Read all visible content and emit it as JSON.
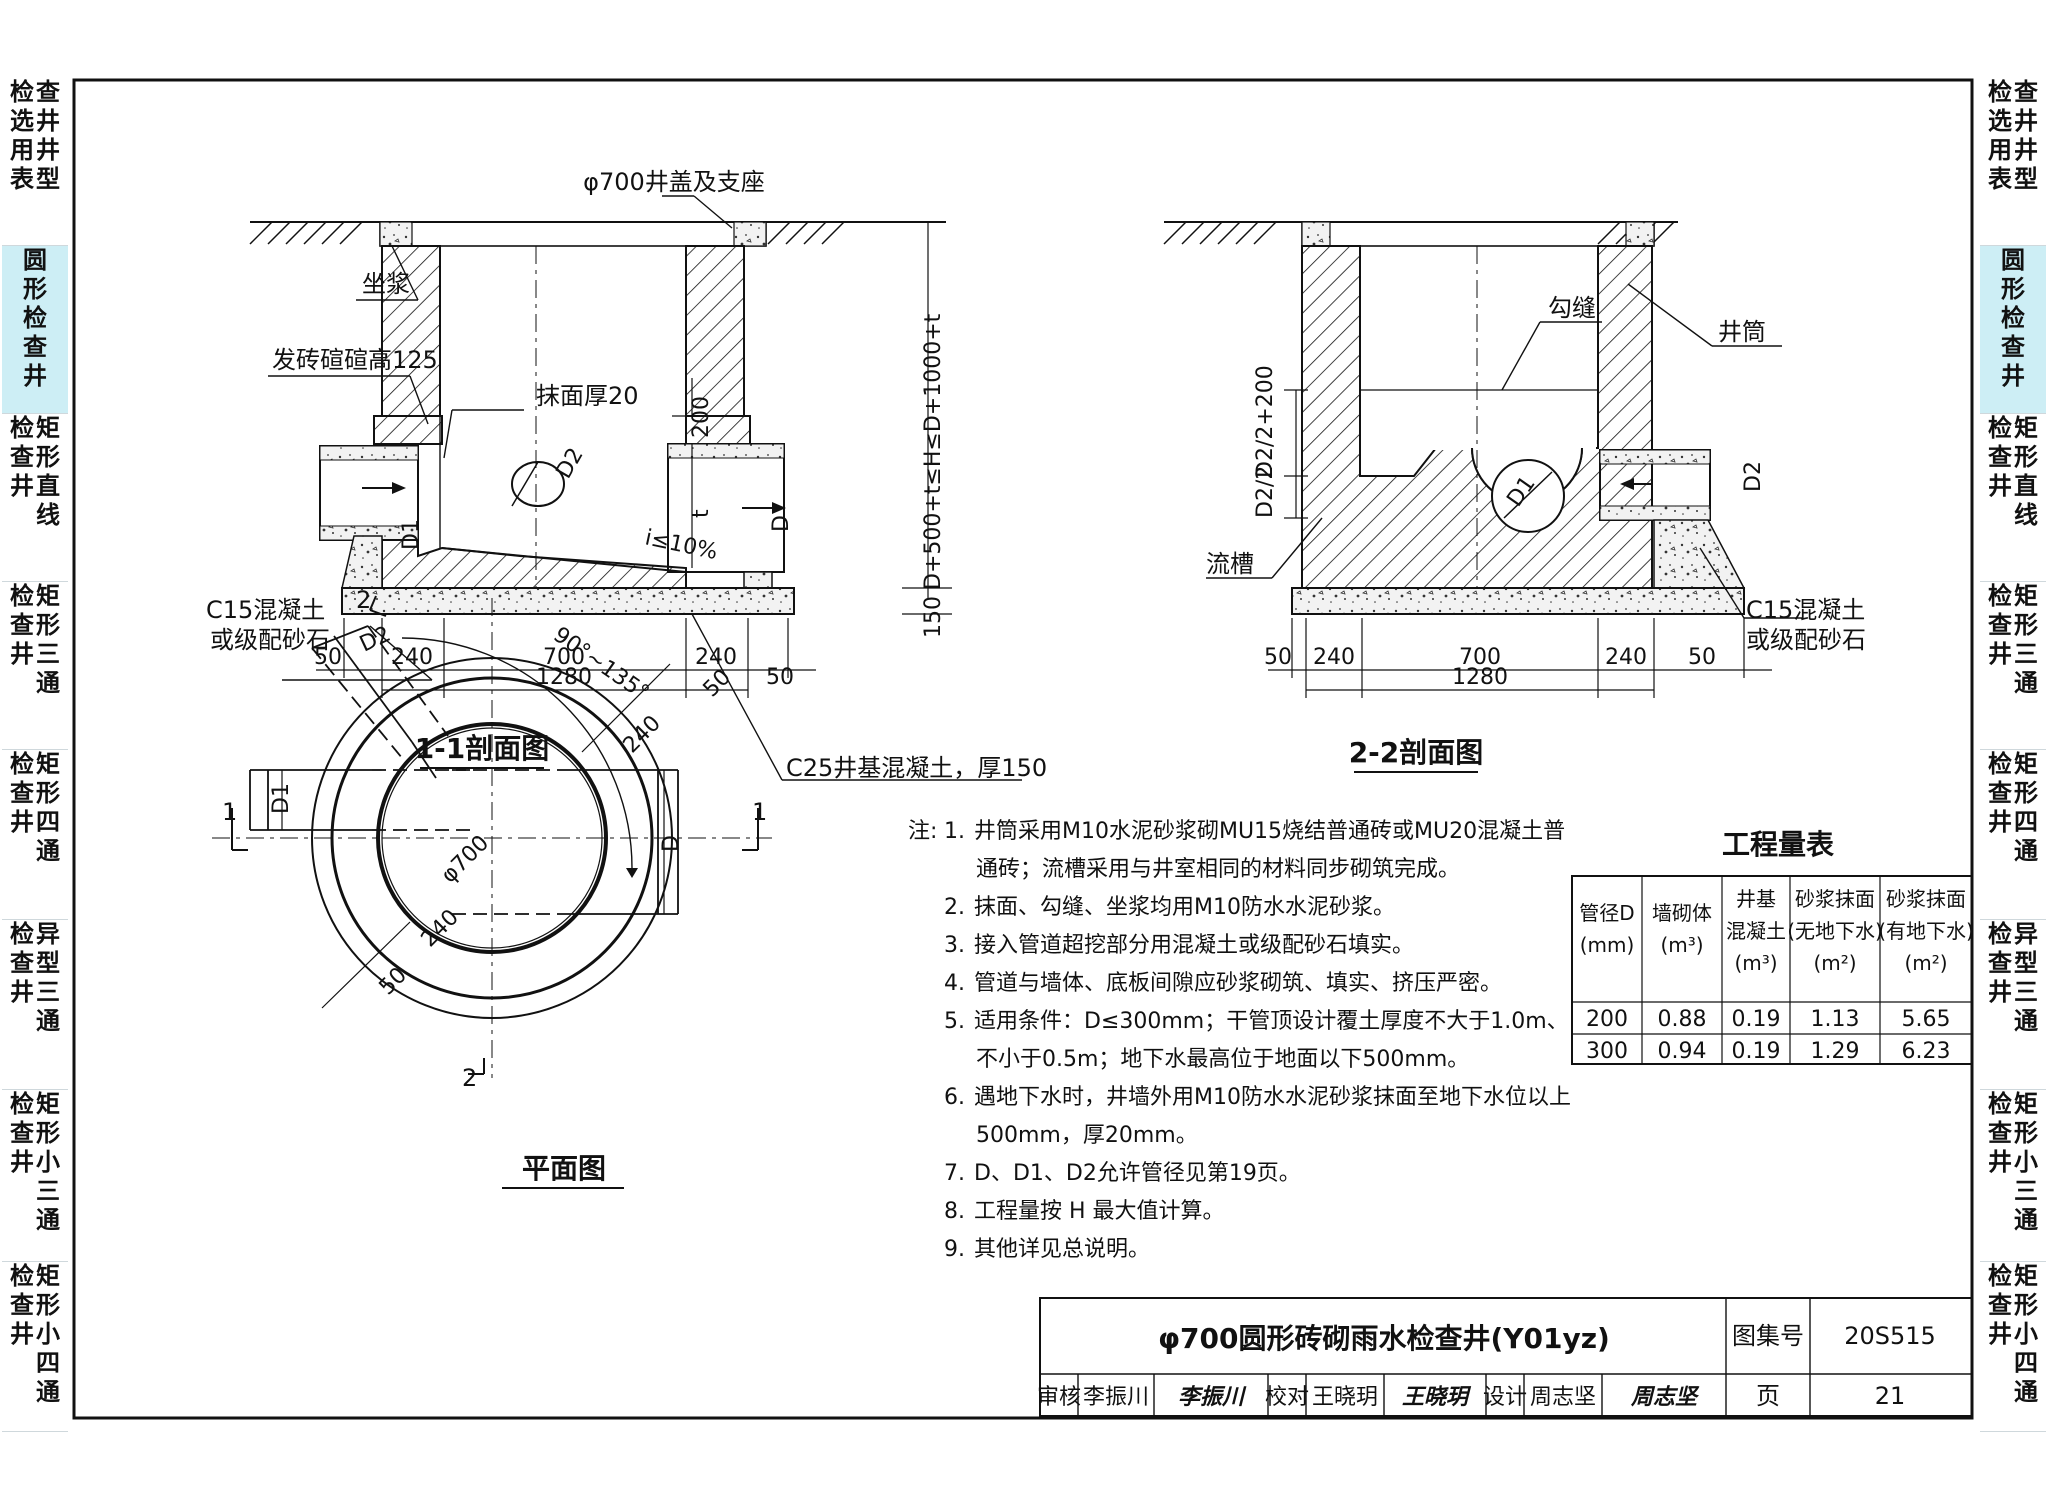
{
  "side_tabs": [
    {
      "id": "tab-1",
      "lines": [
        "检选用表",
        "查井井型"
      ]
    },
    {
      "id": "tab-2",
      "lines": [
        "圆形检查井"
      ],
      "active": true
    },
    {
      "id": "tab-3",
      "lines": [
        "检查井",
        "矩形直线"
      ]
    },
    {
      "id": "tab-4",
      "lines": [
        "检查井",
        "矩形三通"
      ]
    },
    {
      "id": "tab-5",
      "lines": [
        "检查井",
        "矩形四通"
      ]
    },
    {
      "id": "tab-6",
      "lines": [
        "检查井",
        "异型三通"
      ]
    },
    {
      "id": "tab-7",
      "lines": [
        "检查井",
        "矩形小三通"
      ]
    },
    {
      "id": "tab-8",
      "lines": [
        "检查井",
        "矩形小四通"
      ]
    }
  ],
  "section11": {
    "title": "1-1剖面图",
    "cover_label": "φ700井盖及支座",
    "label_mortar": "坐浆",
    "label_brick_ring": "发砖碹碹高125",
    "label_plaster": "抹面厚20",
    "label_d2": "D2",
    "label_d1": "D1",
    "label_d": "D",
    "label_t": "t",
    "label_200": "200",
    "label_slope": "i≤10%",
    "label_height": "D+500+t≤H≤D+1000+t",
    "label_150": "150",
    "label_c15_a": "C15混凝土",
    "label_c15_b": "或级配砂石",
    "label_c25": "C25井基混凝土，厚150",
    "dims": [
      "50",
      "240",
      "700",
      "240",
      "50",
      "1280"
    ]
  },
  "section22": {
    "title": "2-2剖面图",
    "label_joint": "勾缝",
    "label_shaft": "井筒",
    "label_channel": "流槽",
    "label_d1": "D1",
    "label_d2": "D2",
    "label_h1": "D2/2+200",
    "label_h2": "D2/2",
    "label_c15_a": "C15混凝土",
    "label_c15_b": "或级配砂石",
    "dims": [
      "50",
      "240",
      "700",
      "240",
      "50",
      "1280"
    ]
  },
  "plan": {
    "title": "平面图",
    "angle": "90°~135°",
    "label_d2": "D2",
    "label_d1": "D1",
    "label_d": "D",
    "label_dia": "φ700",
    "label_240a": "240",
    "label_50a": "50",
    "label_240b": "240",
    "label_50b": "50",
    "cut1": "1",
    "cut2": "2"
  },
  "notes": {
    "prefix": "注:",
    "items": [
      {
        "num": "1.",
        "lines": [
          "井筒采用M10水泥砂浆砌MU15烧结普通砖或MU20混凝土普",
          "通砖；流槽采用与井室相同的材料同步砌筑完成。"
        ]
      },
      {
        "num": "2.",
        "lines": [
          "抹面、勾缝、坐浆均用M10防水水泥砂浆。"
        ]
      },
      {
        "num": "3.",
        "lines": [
          "接入管道超挖部分用混凝土或级配砂石填实。"
        ]
      },
      {
        "num": "4.",
        "lines": [
          "管道与墙体、底板间隙应砂浆砌筑、填实、挤压严密。"
        ]
      },
      {
        "num": "5.",
        "lines": [
          "适用条件：D≤300mm；干管顶设计覆土厚度不大于1.0m、",
          "不小于0.5m；地下水最高位于地面以下500mm。"
        ]
      },
      {
        "num": "6.",
        "lines": [
          "遇地下水时，井墙外用M10防水水泥砂浆抹面至地下水位以上",
          "500mm，厚20mm。"
        ]
      },
      {
        "num": "7.",
        "lines": [
          "D、D1、D2允许管径见第19页。"
        ]
      },
      {
        "num": "8.",
        "lines": [
          "工程量按 H 最大值计算。"
        ]
      },
      {
        "num": "9.",
        "lines": [
          "其他详见总说明。"
        ]
      }
    ]
  },
  "quantity_table": {
    "title": "工程量表",
    "headers": [
      [
        "管径D",
        "(mm)"
      ],
      [
        "墙砌体",
        "(m³)"
      ],
      [
        "井基",
        "混凝土",
        "(m³)"
      ],
      [
        "砂浆抹面",
        "(无地下水)",
        "(m²)"
      ],
      [
        "砂浆抹面",
        "(有地下水)",
        "(m²)"
      ]
    ],
    "rows": [
      [
        "200",
        "0.88",
        "0.19",
        "1.13",
        "5.65"
      ],
      [
        "300",
        "0.94",
        "0.19",
        "1.29",
        "6.23"
      ]
    ]
  },
  "title_block": {
    "title": "φ700圆形砖砌雨水检查井(Y01yz)",
    "atlas_label": "图集号",
    "atlas_no": "20S515",
    "page_label": "页",
    "page_no": "21",
    "review_label": "审核",
    "reviewer": "李振川",
    "check_label": "校对",
    "checker": "王晓玥",
    "design_label": "设计",
    "designer": "周志坚",
    "sig1": "李振川",
    "sig2": "王晓玥",
    "sig3": "周志坚"
  }
}
